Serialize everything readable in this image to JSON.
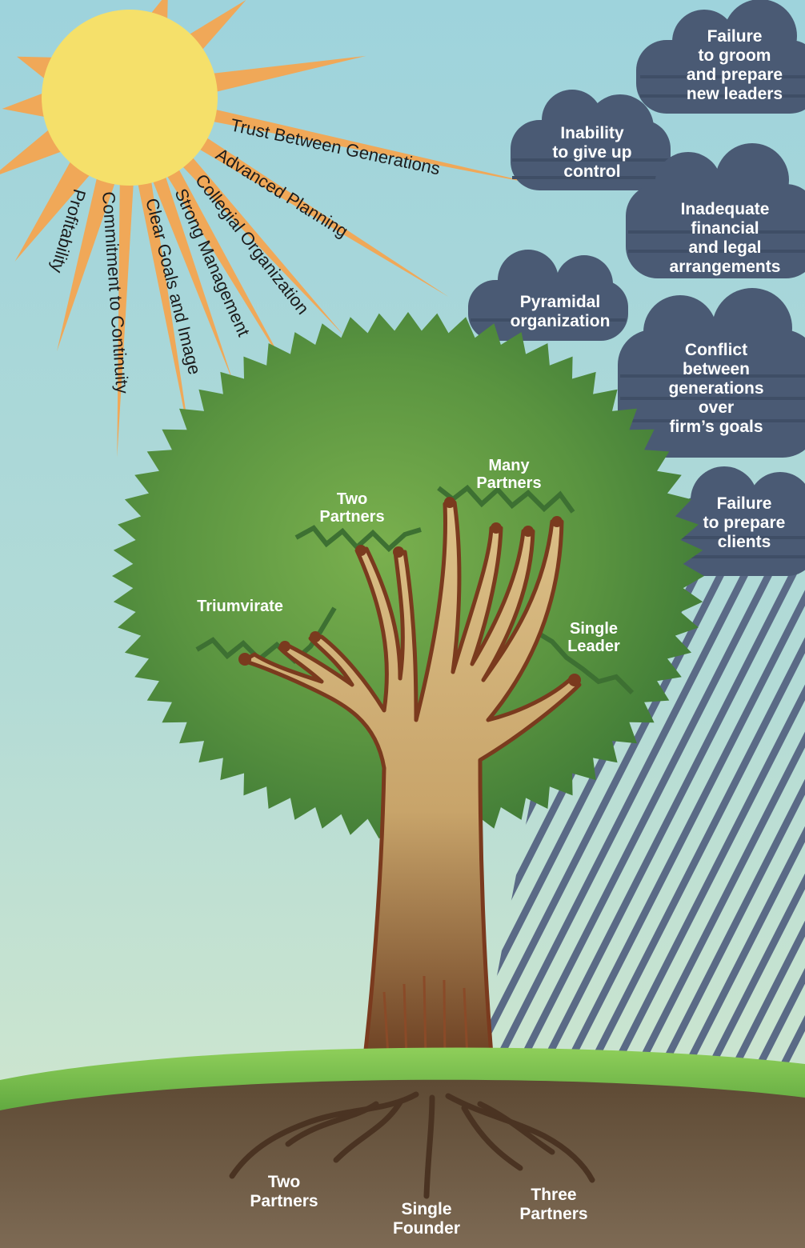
{
  "sun_factors": [
    "Trust Between Generations",
    "Advanced Planning",
    "Collegial Organization",
    "Strong Management",
    "Clear Goals and Image",
    "Commitment to Continuity",
    "Profitability"
  ],
  "cloud_threats": [
    [
      "Failure",
      "to groom",
      "and prepare",
      "new leaders"
    ],
    [
      "Inability",
      "to give up",
      "control"
    ],
    [
      "Inadequate",
      "financial",
      "and legal",
      "arrangements"
    ],
    [
      "Pyramidal",
      "organization"
    ],
    [
      "Conflict",
      "between",
      "generations",
      "over",
      "firm’s goals"
    ],
    [
      "Failure",
      "to prepare",
      "clients"
    ]
  ],
  "branch_labels": {
    "two_partners": [
      "Two",
      "Partners"
    ],
    "many_partners": [
      "Many",
      "Partners"
    ],
    "triumvirate": [
      "Triumvirate"
    ],
    "single_leader": [
      "Single",
      "Leader"
    ]
  },
  "root_labels": {
    "two_partners": [
      "Two",
      "Partners"
    ],
    "single_founder": [
      "Single",
      "Founder"
    ],
    "three_partners": [
      "Three",
      "Partners"
    ]
  },
  "colors": {
    "sky": "#9fd3d9",
    "sun": "#f5e06a",
    "rays": "#f0a858",
    "cloud": "#4a5a74",
    "rain": "#5a6a84",
    "canopy": "#4e8a3c",
    "trunk": "#d8b878",
    "trunk_outline": "#7a3a1e",
    "grass": "#6ab044",
    "soil": "#6e5a44"
  }
}
